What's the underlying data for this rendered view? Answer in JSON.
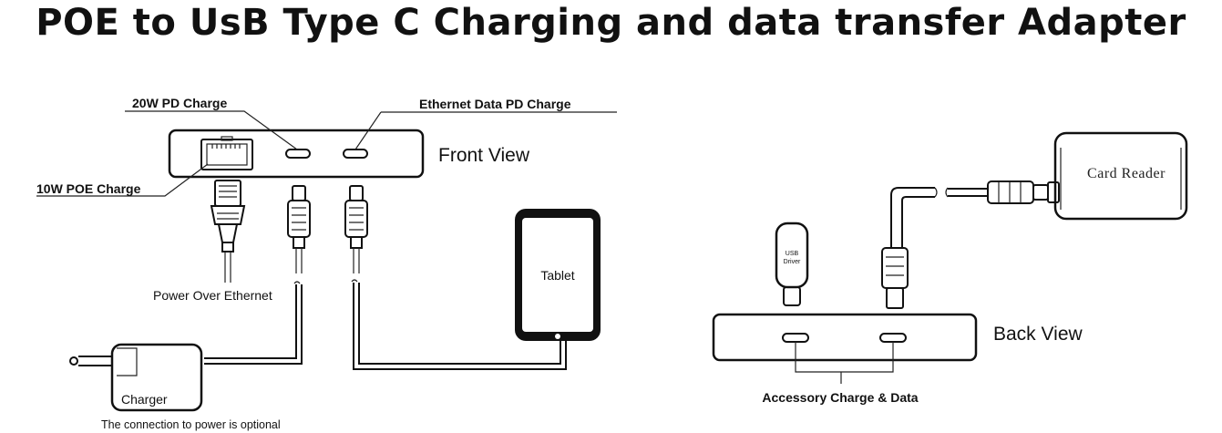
{
  "title": "POE to UsB Type C Charging and data transfer Adapter",
  "front": {
    "view_label": "Front View",
    "label_20w": "20W PD Charge",
    "label_ethernet": "Ethernet  Data  PD Charge",
    "label_10w": "10W POE Charge",
    "label_poe": "Power Over Ethernet",
    "label_tablet": "Tablet",
    "label_charger": "Charger",
    "label_optional": "The connection to power is optional"
  },
  "back": {
    "view_label": "Back View",
    "label_card_reader": "Card Reader",
    "label_usb_driver_1": "USB",
    "label_usb_driver_2": "Driver",
    "label_accessory": "Accessory Charge & Data"
  },
  "colors": {
    "line": "#111111",
    "background": "#ffffff"
  }
}
